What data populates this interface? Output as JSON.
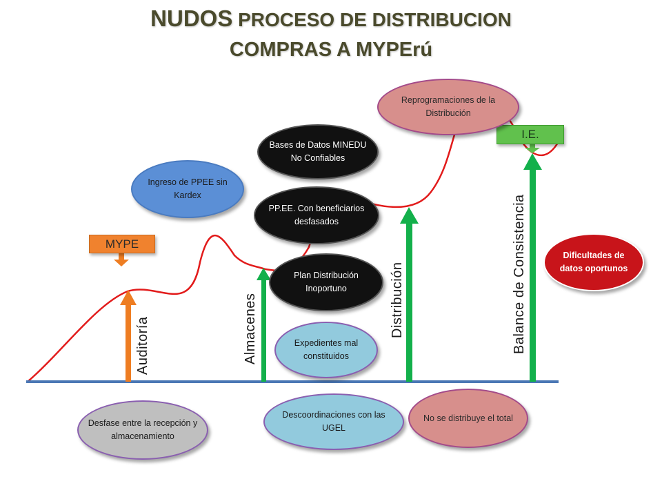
{
  "title": {
    "nudos": "NUDOS",
    "rest": " PROCESO DE DISTRIBUCION",
    "line2": "COMPRAS A MYPErú"
  },
  "colors": {
    "curve": "#e21b1b",
    "baseline": "#4a77b4",
    "orange_arrow": "#ee7d22",
    "green_arrow": "#13b04b"
  },
  "stages": {
    "auditoria": "Auditoría",
    "almacenes": "Almacenes",
    "distribucion": "Distribución",
    "balance": "Balance de Consistencia"
  },
  "tags": {
    "mype": "MYPE",
    "ie": "I.E."
  },
  "bubbles": {
    "ingreso": "Ingreso de PPEE sin Kardex",
    "bases": "Bases de Datos MINEDU  No Confiables",
    "ppee": "PP.EE. Con beneficiarios desfasados",
    "plan": "Plan Distribución Inoportuno",
    "reprogramaciones": "Reprogramaciones de la Distribución",
    "dificultades": "Dificultades de datos oportunos",
    "expedientes": "Expedientes mal constituidos",
    "desfase": "Desfase entre la recepción y almacenamiento",
    "descoordinaciones": "Descoordinaciones con las UGEL",
    "no_se": "No se distribuye el total"
  }
}
